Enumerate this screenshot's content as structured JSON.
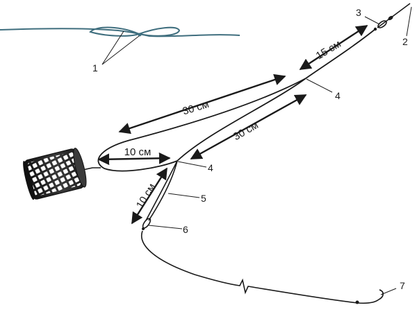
{
  "colors": {
    "line": "#1a1a1a",
    "top_line": "#3f6e7e",
    "feeder_body": "#2b2b2b",
    "feeder_holes": "#ffffff",
    "background": "#ffffff"
  },
  "dimensions": {
    "top_right": "15 см",
    "top_loop": "30 см",
    "middle": "30 см",
    "small_loop": "10 см",
    "leader": "10 см"
  },
  "callouts": {
    "knot": "1",
    "line_end": "2",
    "swivel": "3",
    "upper_knot": "4",
    "lower_knot": "4",
    "twisted_section": "5",
    "small_swivel": "6",
    "hook": "7"
  }
}
